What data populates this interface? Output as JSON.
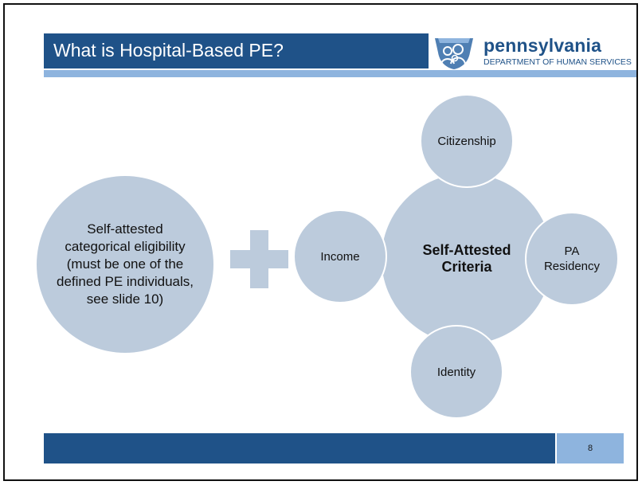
{
  "slide": {
    "title": "What is Hospital-Based PE?",
    "page_number": "8"
  },
  "logo": {
    "name": "pennsylvania",
    "department": "DEPARTMENT OF HUMAN SERVICES"
  },
  "eligibility": {
    "lines": [
      "Self-attested",
      "categorical eligibility",
      "(must be one of the",
      "defined PE individuals,",
      "see slide 10)"
    ]
  },
  "criteria": {
    "center_line1": "Self-Attested",
    "center_line2": "Criteria",
    "top": "Citizenship",
    "left": "Income",
    "right_line1": "PA",
    "right_line2": "Residency",
    "bottom": "Identity"
  },
  "colors": {
    "primary_blue": "#1f5288",
    "accent_light_blue": "#8eb4de",
    "circle_fill": "#bccbdc"
  },
  "icons": {
    "logo": "keystone-family-icon",
    "plus": "plus-icon"
  }
}
